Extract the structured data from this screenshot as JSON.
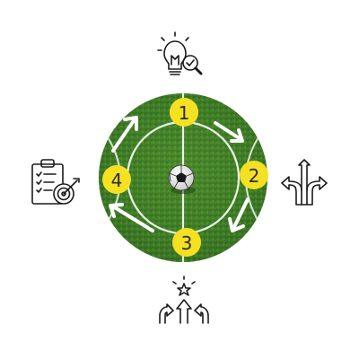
{
  "diagram": {
    "steps": [
      {
        "number": "1",
        "icon": "lightbulb-magnifier-icon"
      },
      {
        "number": "2",
        "icon": "split-arrows-icon"
      },
      {
        "number": "3",
        "icon": "rising-arrows-star-icon"
      },
      {
        "number": "4",
        "icon": "clipboard-target-icon"
      }
    ],
    "center": {
      "icon": "soccer-ball-icon"
    },
    "colors": {
      "badge": "#f5e121",
      "field_dark": "#2e6b22",
      "field_mid": "#4c8f2e",
      "field_light": "#6fae3d",
      "lines": "#ffffff",
      "arrows": "#ffffff",
      "icons": "#1a1a1a"
    }
  }
}
